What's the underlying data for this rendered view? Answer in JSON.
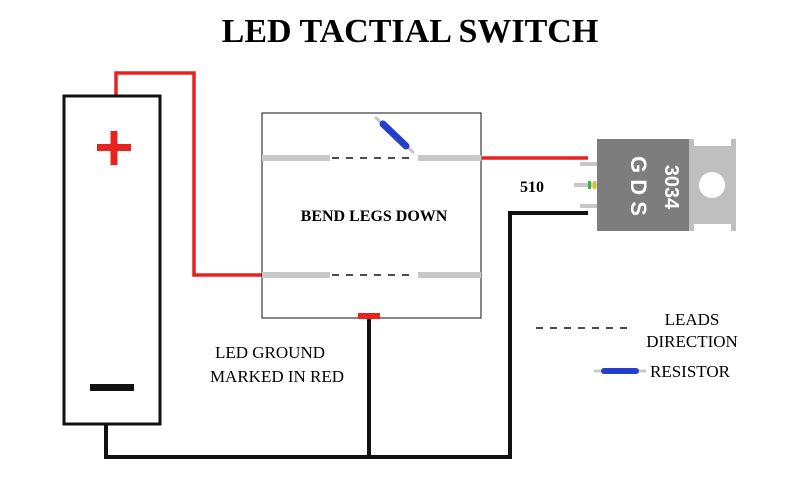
{
  "title": "LED TACTIAL SWITCH",
  "switch": {
    "label": "BEND LEGS DOWN"
  },
  "led_note": {
    "line1": "LED GROUND",
    "line2": "MARKED IN RED"
  },
  "transistor": {
    "part_number": "3034",
    "pins": "G D S"
  },
  "resistor": {
    "value": "510"
  },
  "legend": {
    "leads_line1": "LEADS",
    "leads_line2": "DIRECTION",
    "resistor_label": "RESISTOR"
  },
  "battery": {
    "positive": "+",
    "negative": "−"
  },
  "colors": {
    "positive_wire": "#e8231f",
    "ground_wire": "#111111",
    "resistor": "#2540c8",
    "switch_leg": "#c8c8c8",
    "transistor_body": "#7d7d7d",
    "heatsink_tab": "#bfbfbf"
  }
}
